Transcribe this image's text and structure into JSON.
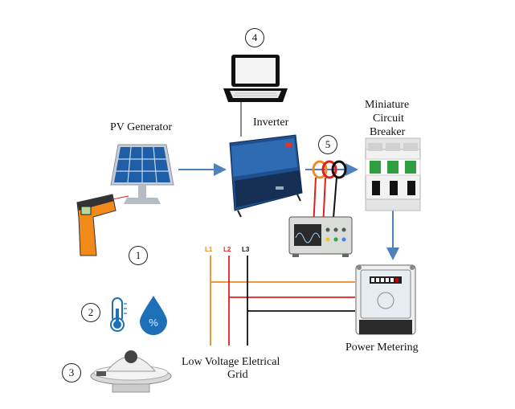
{
  "labels": {
    "pv_generator": "PV Generator",
    "inverter": "Inverter",
    "mcb_line1": "Miniature",
    "mcb_line2": "Circuit",
    "mcb_line3": "Breaker",
    "power_metering": "Power Metering",
    "grid_line1": "Low Voltage Eletrical",
    "grid_line2": "Grid"
  },
  "phases": [
    "L1",
    "L2",
    "L3"
  ],
  "markers": [
    "1",
    "2",
    "3",
    "4",
    "5"
  ],
  "colors": {
    "arrow": "#4f81bd",
    "phase_l1": "#f08a24",
    "phase_l2": "#e02020",
    "phase_l3": "#111111",
    "panel_blue": "#1f5fa8",
    "inverter_blue": "#1e4f8f"
  }
}
